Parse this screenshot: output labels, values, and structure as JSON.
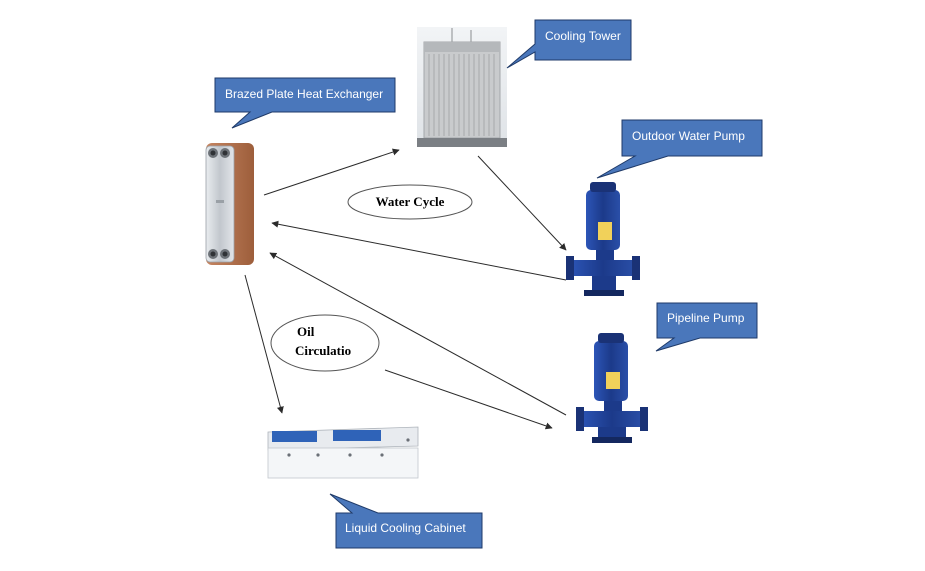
{
  "labels": {
    "cooling_tower": "Cooling Tower",
    "brazed_plate": "Brazed Plate Heat Exchanger",
    "outdoor_pump": "Outdoor Water Pump",
    "pipeline_pump": "Pipeline Pump",
    "cabinet": "Liquid Cooling Cabinet",
    "water_cycle": "Water Cycle",
    "oil_line1": "Oil",
    "oil_line2": "Circulatio"
  },
  "colors": {
    "callout_fill": "#4a77bb",
    "callout_stroke": "#1f3a68",
    "callout_text": "#ffffff",
    "pump_blue": "#1f3d8f",
    "exchanger_copper": "#b8734a",
    "exchanger_steel": "#cfd3d8",
    "tower_grey": "#c7c9cb",
    "cabinet_panel": "#2f63b8"
  },
  "icons": {
    "tower": "cooling-tower-icon",
    "exchanger": "plate-heat-exchanger-icon",
    "outdoor_pump": "water-pump-icon",
    "pipeline_pump": "pipeline-pump-icon",
    "cabinet": "cooling-cabinet-icon"
  }
}
